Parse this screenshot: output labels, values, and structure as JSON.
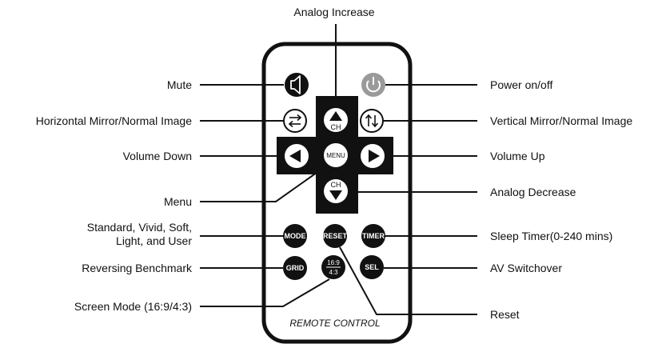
{
  "labels": {
    "analog_increase": "Analog Increase",
    "mute": "Mute",
    "power": "Power on/off",
    "h_mirror": "Horizontal Mirror/Normal Image",
    "v_mirror": "Vertical Mirror/Normal Image",
    "volume_down": "Volume Down",
    "volume_up": "Volume Up",
    "menu": "Menu",
    "analog_decrease": "Analog Decrease",
    "mode_line1": "Standard, Vivid, Soft,",
    "mode_line2": "Light, and User",
    "sleep_timer": "Sleep Timer(0-240 mins)",
    "reversing": "Reversing Benchmark",
    "av_switch": "AV Switchover",
    "screen_mode": "Screen Mode (16:9/4:3)",
    "reset": "Reset"
  },
  "remote": {
    "ch_up": "CH",
    "ch_down": "CH",
    "menu": "MENU",
    "mode": "MODE",
    "reset": "RESET",
    "timer": "TIMER",
    "grid": "GRID",
    "aspect_top": "16:9",
    "aspect_bottom": "4:3",
    "sel": "SEL",
    "caption": "REMOTE CONTROL"
  },
  "colors": {
    "button": "#111111",
    "power_button": "#9a9a9a",
    "outline": "#111111"
  }
}
